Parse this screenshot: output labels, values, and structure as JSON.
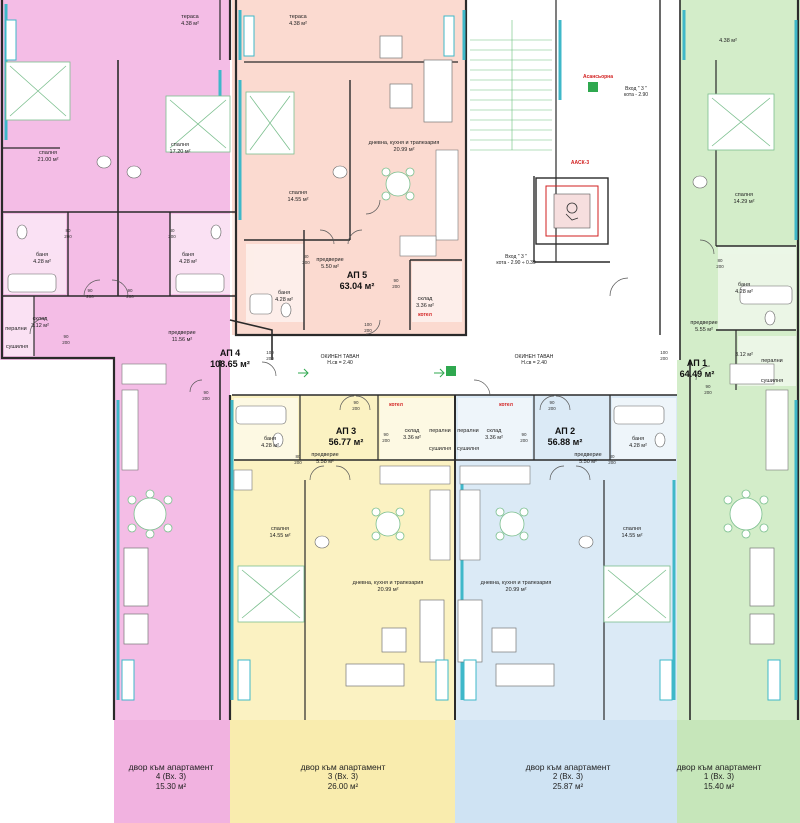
{
  "colors": {
    "apt4": "#f4bde6",
    "apt5": "#fbdad0",
    "apt3": "#fbf2c2",
    "apt2": "#dbeaf6",
    "apt1": "#d3edc9",
    "wall": "#2a2a2a",
    "glass": "#3fb8c9",
    "furniture": "#8fcfa0",
    "red": "#d21f1f",
    "green": "#2a8a2a"
  },
  "apartments": {
    "ap4": {
      "label": "АП 4",
      "area": "108.65 м²",
      "rooms": [
        {
          "name": "тераса",
          "area": "4.38 м²"
        },
        {
          "name": "спалня",
          "area": "21.00 м²"
        },
        {
          "name": "спалня",
          "area": "17.20 м²"
        },
        {
          "name": "баня",
          "area": "4.28 м²"
        },
        {
          "name": "баня",
          "area": "4.28 м²"
        },
        {
          "name": "склад",
          "area": "3.12 м²"
        },
        {
          "name": "перални",
          "area": ""
        },
        {
          "name": "сушилня",
          "area": ""
        },
        {
          "name": "предверие",
          "area": "11.56 м²"
        }
      ],
      "yard": {
        "title": "двор към апартамент",
        "number": "4 (Вх. 3)",
        "area": "15.30 м²"
      }
    },
    "ap5": {
      "label": "АП 5",
      "area": "63.04 м²",
      "rooms": [
        {
          "name": "тераса",
          "area": "4.38 м²"
        },
        {
          "name": "дневна, кухня и трапезария",
          "area": "20.99 м²"
        },
        {
          "name": "спалня",
          "area": "14.55 м²"
        },
        {
          "name": "предверие",
          "area": "5.50 м²"
        },
        {
          "name": "баня",
          "area": "4.28 м²"
        },
        {
          "name": "склад",
          "area": "3.36 м²"
        },
        {
          "name": "котел",
          "area": ""
        }
      ]
    },
    "ap3": {
      "label": "АП 3",
      "area": "56.77 м²",
      "rooms": [
        {
          "name": "баня",
          "area": "4.28 м²"
        },
        {
          "name": "предверие",
          "area": "5.58 м²"
        },
        {
          "name": "склад",
          "area": "3.36 м²"
        },
        {
          "name": "котел",
          "area": ""
        },
        {
          "name": "перални",
          "area": ""
        },
        {
          "name": "сушилня",
          "area": ""
        },
        {
          "name": "спалня",
          "area": "14.55 м²"
        },
        {
          "name": "дневна, кухня и трапезария",
          "area": "20.99 м²"
        }
      ],
      "yard": {
        "title": "двор към апартамент",
        "number": "3 (Вх. 3)",
        "area": "26.00 м²"
      }
    },
    "ap2": {
      "label": "АП 2",
      "area": "56.88 м²",
      "rooms": [
        {
          "name": "котел",
          "area": ""
        },
        {
          "name": "перални",
          "area": ""
        },
        {
          "name": "сушилня",
          "area": ""
        },
        {
          "name": "склад",
          "area": "3.36 м²"
        },
        {
          "name": "предверие",
          "area": "5.50 м²"
        },
        {
          "name": "баня",
          "area": "4.28 м²"
        },
        {
          "name": "дневна, кухня и трапезария",
          "area": "20.99 м²"
        },
        {
          "name": "спалня",
          "area": "14.55 м²"
        }
      ],
      "yard": {
        "title": "двор към апартамент",
        "number": "2 (Вх. 3)",
        "area": "25.87 м²"
      }
    },
    "ap1": {
      "label": "АП 1",
      "area": "64.49 м²",
      "rooms": [
        {
          "name": "",
          "area": "4.38 м²"
        },
        {
          "name": "спалня",
          "area": "14.29 м²"
        },
        {
          "name": "баня",
          "area": "4.28 м²"
        },
        {
          "name": "предверие",
          "area": "5.55 м²"
        },
        {
          "name": "",
          "area": "3.12 м²"
        },
        {
          "name": "перални",
          "area": ""
        },
        {
          "name": "сушилня",
          "area": ""
        }
      ],
      "yard": {
        "title": "двор към апартамент",
        "number": "1 (Вх. 3)",
        "area": "15.40 м²"
      }
    }
  },
  "common": {
    "corridor_left": {
      "name": "ОКИНЕН ТАВАН",
      "height": "Н.св = 2.40"
    },
    "corridor_right": {
      "name": "ОКИНЕН ТАВАН",
      "height": "Н.св = 2.40"
    },
    "entrance_top": {
      "line1": "Вход \" 3 \"",
      "line2": "кота - 2.90"
    },
    "entrance_mid": {
      "line1": "Вход \" 3 \"",
      "line2": "кота - 2.90 ÷ 0.30"
    },
    "entrance_tag": "Асансьорна",
    "lift_tag": "ААСК-3"
  },
  "doors": {
    "d_200": "200",
    "d_80": "80",
    "d_90": "90",
    "d_100": "100"
  }
}
